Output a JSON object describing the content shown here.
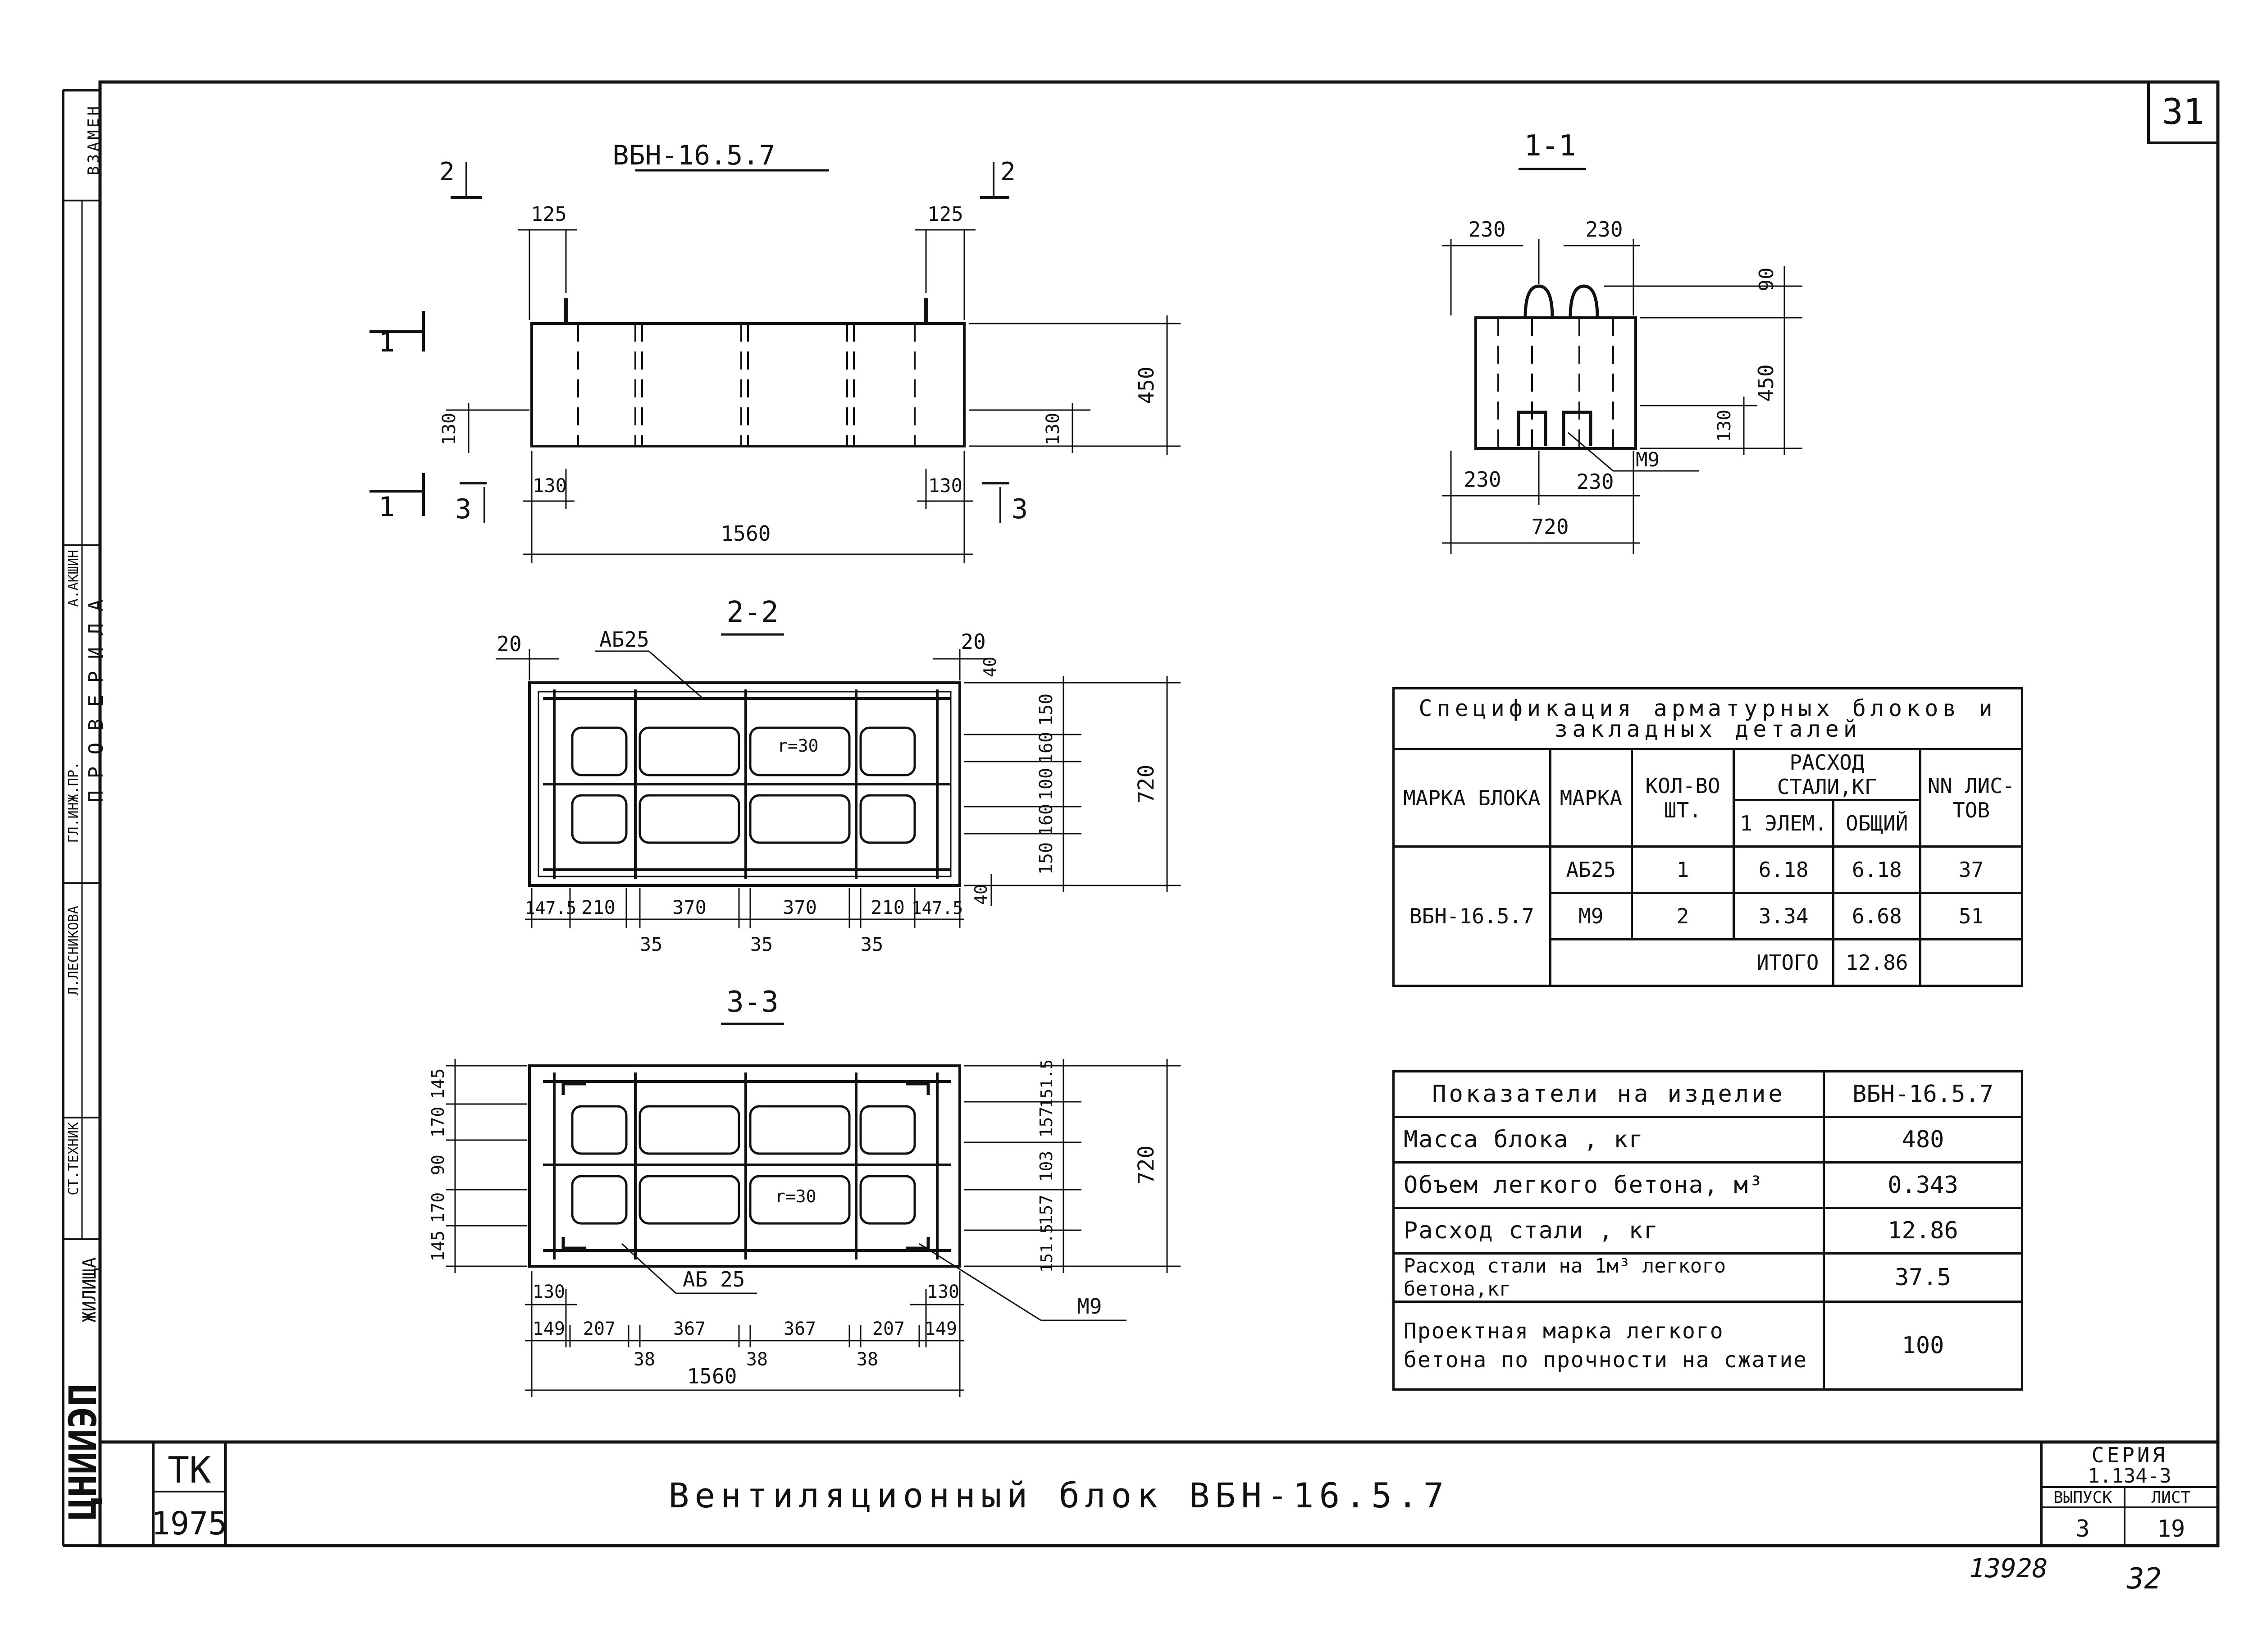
{
  "page_number": "31",
  "left_strip": {
    "vzamen": "ВЗАМЕН",
    "proverila": "П Р О В Е Р И Л А",
    "akshin": "А.АКШИН",
    "gl_inzh": "ГЛ.ИНЖ.ПР.",
    "lesnikova": "Л.ЛЕСНИКОВА",
    "st_tehnik": "СТ.ТЕХНИК",
    "zhilishcha": "ЖИЛИЩА",
    "logo": "ЦНИИЭП"
  },
  "views": {
    "elevation": {
      "title": "ВБН-16.5.7",
      "dims": [
        "125",
        "125",
        "450",
        "130",
        "130",
        "130",
        "130",
        "1560"
      ],
      "section_marks": [
        "2",
        "2",
        "1",
        "1",
        "3",
        "3"
      ]
    },
    "section_1_1": {
      "title": "1-1",
      "dims": [
        "230",
        "230",
        "90",
        "450",
        "130",
        "230",
        "230",
        "720"
      ],
      "callout": "М9"
    },
    "section_2_2": {
      "title": "2-2",
      "dims_top": [
        "20",
        "20",
        "40"
      ],
      "callout": "АБ25",
      "radius": "r=30",
      "dims_bottom": [
        "147.5",
        "210",
        "370",
        "370",
        "210",
        "147.5"
      ],
      "dims_gaps": [
        "35",
        "35",
        "35"
      ],
      "dims_right": [
        "150",
        "160",
        "100",
        "160",
        "150",
        "40"
      ],
      "overall_right": "720"
    },
    "section_3_3": {
      "title": "3-3",
      "dims_left": [
        "145",
        "170",
        "90",
        "170",
        "145"
      ],
      "dims_right": [
        "151.5",
        "157",
        "103",
        "157",
        "151.5"
      ],
      "overall_right": "720",
      "radius": "r=30",
      "callout_ab": "АБ 25",
      "callout_m": "М9",
      "dims_bottom": [
        "149",
        "207",
        "367",
        "367",
        "207",
        "149"
      ],
      "dims_gaps": [
        "38",
        "38",
        "38"
      ],
      "dims_130": [
        "130",
        "130"
      ],
      "overall": "1560"
    }
  },
  "spec_table": {
    "caption": "Спецификация арматурных блоков и закладных деталей",
    "headers": {
      "block_mark": "МАРКА БЛОКА",
      "mark": "МАРКА",
      "qty": "КОЛ-ВО ШТ.",
      "steel": "РАСХОД СТАЛИ,КГ",
      "per_one": "1 ЭЛЕМ.",
      "total": "ОБЩИЙ",
      "sheets": "NN ЛИС-ТОВ"
    },
    "block": "ВБН-16.5.7",
    "rows": [
      {
        "mark": "АБ25",
        "qty": "1",
        "per_one": "6.18",
        "total": "6.18",
        "sheet": "37"
      },
      {
        "mark": "М9",
        "qty": "2",
        "per_one": "3.34",
        "total": "6.68",
        "sheet": "51"
      }
    ],
    "total_label": "ИТОГО",
    "total_value": "12.86"
  },
  "indicators_table": {
    "header_label": "Показатели на изделие",
    "header_value": "ВБН-16.5.7",
    "rows": [
      {
        "label": "Масса блока , кг",
        "value": "480"
      },
      {
        "label": "Объем легкого бетона, м³",
        "value": "0.343"
      },
      {
        "label": "Расход стали , кг",
        "value": "12.86"
      },
      {
        "label": "Расход стали на 1м³ легкого бетона,кг",
        "value": "37.5"
      },
      {
        "label": "Проектная марка легкого бетона по прочности на сжатие",
        "value": "100"
      }
    ]
  },
  "title_block": {
    "tk": "ТК",
    "year": "1975",
    "title": "Вентиляционный блок ВБН-16.5.7",
    "seria_label": "СЕРИЯ",
    "seria": "1.134-3",
    "vypusk_label": "ВЫПУСК",
    "vypusk": "3",
    "list_label": "ЛИСТ",
    "list": "19"
  },
  "footer": {
    "inventory": "13928",
    "page": "32"
  }
}
